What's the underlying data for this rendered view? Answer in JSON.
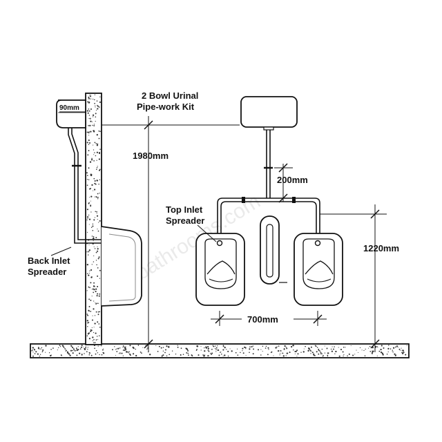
{
  "labels": {
    "kit_title_line1": "2 Bowl Urinal",
    "kit_title_line2": "Pipe-work Kit",
    "height_cistern": "1980mm",
    "height_spreader": "1220mm",
    "pipe_drop": "200mm",
    "bowl_spacing": "700mm",
    "cistern_gap": "90mm",
    "back_inlet_line1": "Back Inlet",
    "back_inlet_line2": "Spreader",
    "top_inlet_line1": "Top Inlet",
    "top_inlet_line2": "Spreader"
  },
  "watermark": "idealbathrooms.com",
  "colors": {
    "line": "#111111",
    "hatch": "#333333",
    "watermark": "#b7b7b7",
    "background": "#ffffff"
  }
}
